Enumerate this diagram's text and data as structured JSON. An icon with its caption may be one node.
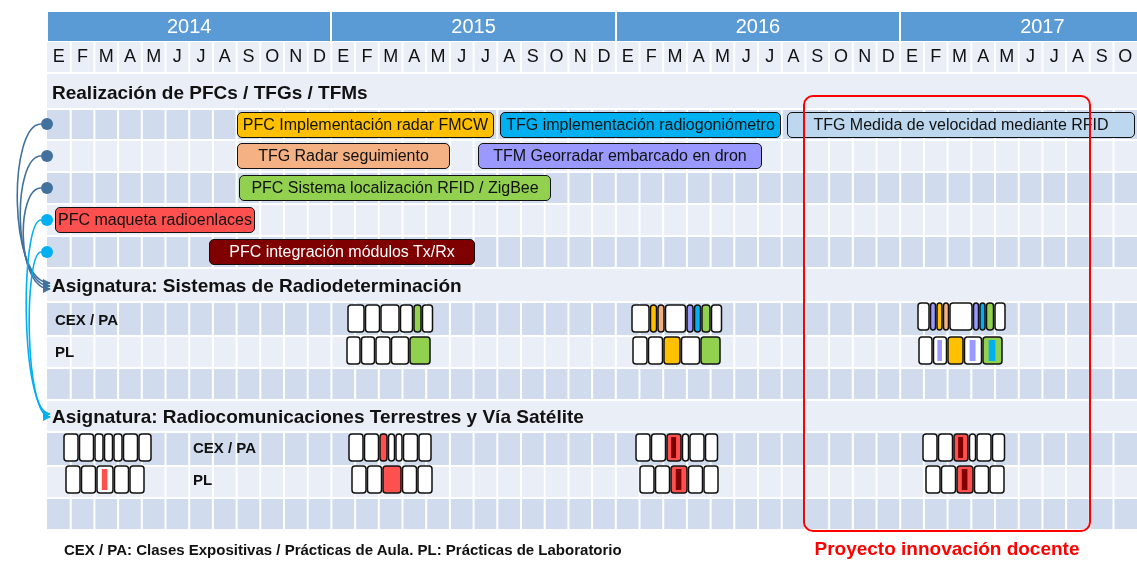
{
  "diagram": {
    "caption": "CEX / PA: Clases Expositivas / Prácticas de Aula.  PL: Prácticas de Laboratorio",
    "nodes": [
      {
        "text": [],
        "shape": "circle"
      },
      {
        "text": [
          "PFC Implementación radar FMCW"
        ]
      },
      {
        "text": [
          "TFG implementación radiogoniómetro"
        ]
      },
      {
        "text": [
          "TFG Medida de velocidad mediante RFID"
        ]
      },
      {
        "text": [
          "Proyecto innovación docente"
        ]
      },
      {
        "text": [],
        "shape": "circle"
      },
      {
        "text": [
          "TFG Radar seguimiento"
        ]
      },
      {
        "text": [
          "TFM Georradar embarcado en dron"
        ]
      },
      {
        "text": [],
        "shape": "circle"
      },
      {
        "text": [
          "PFC Sistema localización RFID / ZigBee"
        ]
      },
      {
        "text": [],
        "shape": "circle"
      },
      {
        "text": [
          "PFC maqueta radioenlaces"
        ]
      },
      {
        "text": [],
        "shape": "circle"
      },
      {
        "text": [
          "PFC integración módulos Tx/Rx"
        ]
      },
      {
        "text": [
          "Asignatura: Sistemas de Radiodeterminación"
        ]
      },
      {
        "text": [
          "Asignatura: Radiocomunicaciones Terrestres y Vía Satélite"
        ]
      }
    ],
    "edges": [
      {
        "from": 0,
        "to": 14,
        "arrow": "to"
      },
      {
        "from": 5,
        "to": 14,
        "arrow": "to"
      },
      {
        "from": 8,
        "to": 14,
        "arrow": "to"
      },
      {
        "from": 10,
        "to": 15,
        "arrow": "to",
        "color": "#00b0f0"
      },
      {
        "from": 12,
        "to": 15,
        "arrow": "to",
        "color": "#00b0f0"
      }
    ],
    "labels": [
      "2014",
      "2015",
      "2016",
      "2017",
      "E",
      "F",
      "M",
      "A",
      "M",
      "J",
      "J",
      "A",
      "S",
      "O",
      "N",
      "D",
      "E",
      "F",
      "M",
      "A",
      "M",
      "J",
      "J",
      "A",
      "S",
      "O",
      "N",
      "D",
      "E",
      "F",
      "M",
      "A",
      "M",
      "J",
      "J",
      "A",
      "S",
      "O",
      "N",
      "D",
      "E",
      "F",
      "M",
      "A",
      "M",
      "J",
      "J",
      "A",
      "S",
      "O",
      "Realización de PFCs / TFGs / TFMs",
      "CEX / PA",
      "PL",
      "CEX / PA",
      "PL"
    ]
  }
}
